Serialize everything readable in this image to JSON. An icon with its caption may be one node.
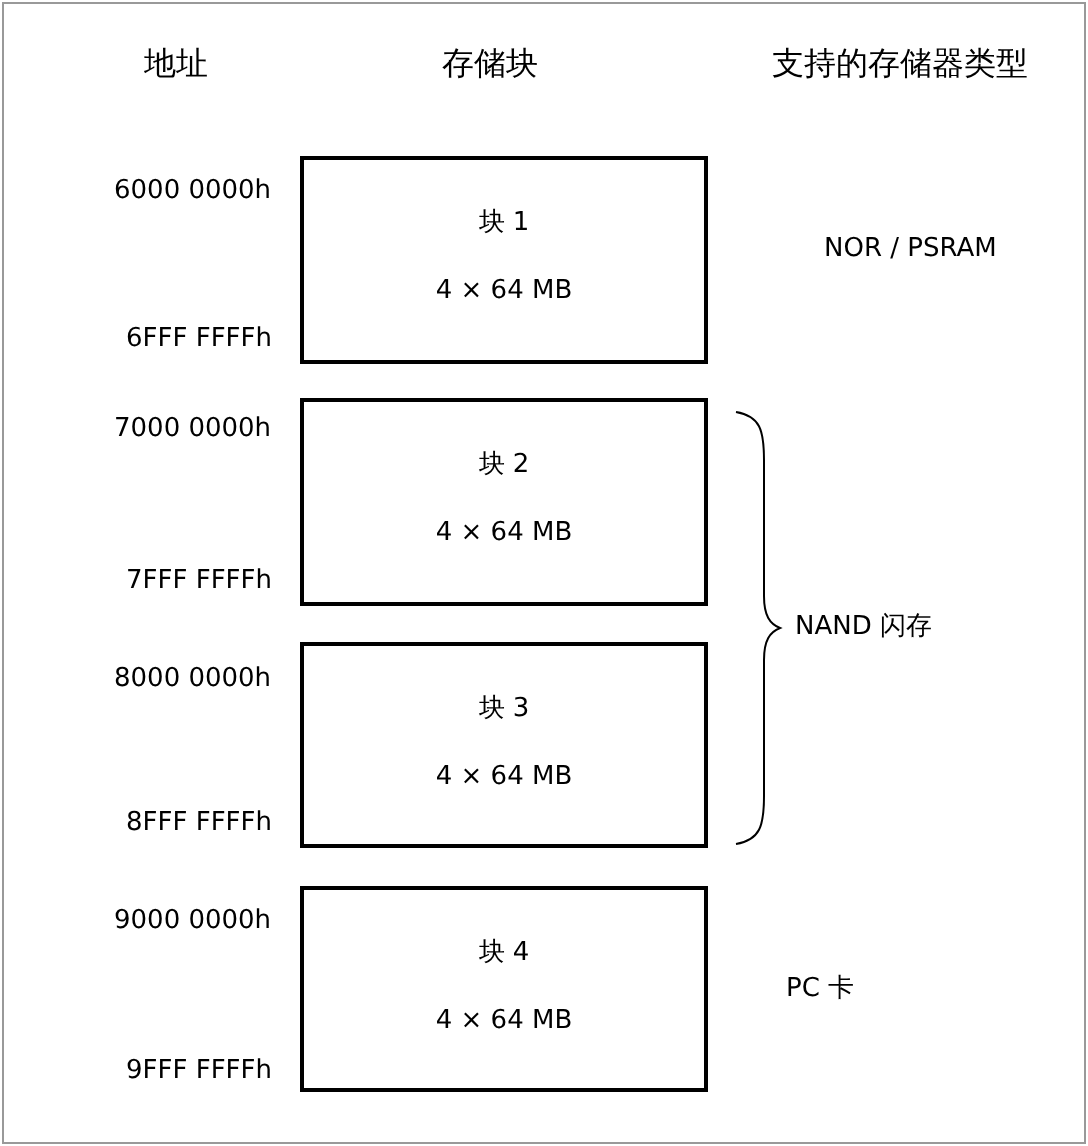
{
  "diagram": {
    "nodes": [
      {
        "text": [
          "块 1",
          "4 × 64 MB"
        ]
      },
      {
        "text": [
          "块 2",
          "4 × 64 MB"
        ]
      },
      {
        "text": [
          "块 3",
          "4 × 64 MB"
        ]
      },
      {
        "text": [
          "块 4",
          "4 × 64 MB"
        ]
      }
    ],
    "edges": [],
    "labels": [
      "地址",
      "存储块",
      "支持的存储器类型",
      "6000 0000h",
      "NOR / PSRAM",
      "6FFF FFFFh",
      "7000 0000h",
      "7FFF FFFFh",
      "NAND 闪存",
      "8000 0000h",
      "8FFF FFFFh",
      "9000 0000h",
      "PC 卡",
      "9FFF FFFFh"
    ]
  }
}
